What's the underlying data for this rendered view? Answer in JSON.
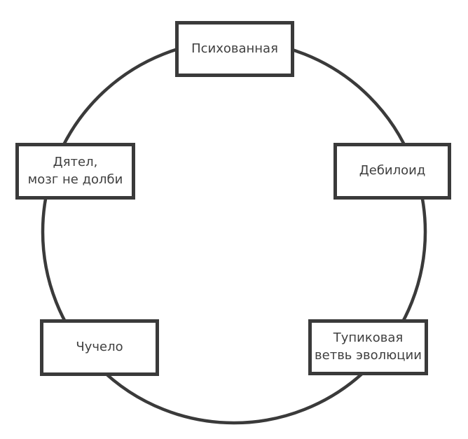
{
  "diagram": {
    "type": "cycle",
    "background_color": "#ffffff",
    "line_color": "#3a3a3a",
    "text_color": "#3f3f3f",
    "nodes": [
      {
        "position": "top",
        "label": "Психованная"
      },
      {
        "position": "right",
        "label": "Дебилоид"
      },
      {
        "position": "bottom-right",
        "label": "Тупиковая\nветвь эволюции"
      },
      {
        "position": "bottom-left",
        "label": "Чучело"
      },
      {
        "position": "left",
        "label": "Дятел,\nмозг не долби"
      }
    ]
  }
}
